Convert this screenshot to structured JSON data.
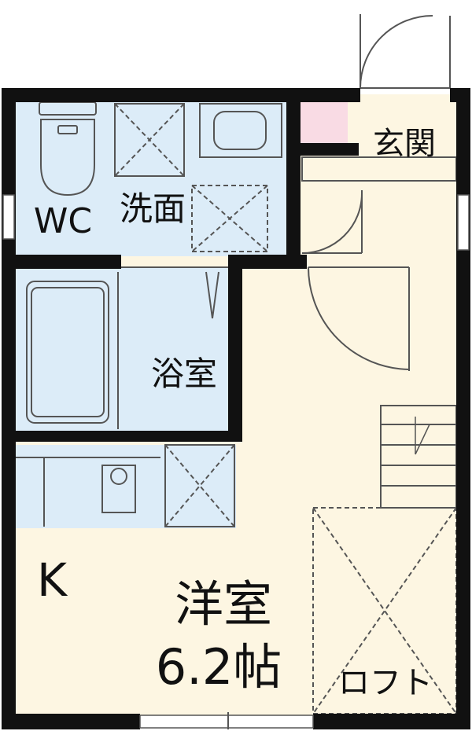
{
  "rooms": {
    "entrance": "玄関",
    "wc": "WC",
    "washroom": "洗面",
    "bathroom": "浴室",
    "kitchen": "K",
    "western_room": "洋室",
    "western_room_size": "6.2帖",
    "loft": "ロフト"
  },
  "colors": {
    "wall": "#111111",
    "wet_area": "#dcecf8",
    "living_floor": "#fdf6e2",
    "shoe_box": "#f9dbe4",
    "fixture_line": "#555555"
  }
}
